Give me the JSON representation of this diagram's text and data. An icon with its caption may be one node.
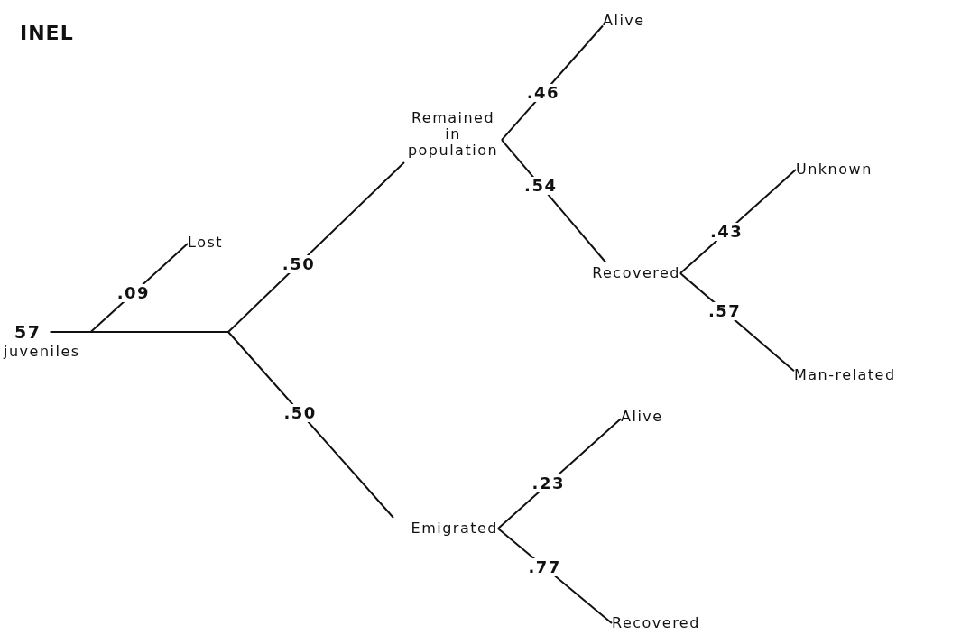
{
  "diagram": {
    "title": "INEL",
    "nodes": [
      {
        "text": [
          "57",
          "juveniles"
        ]
      },
      {
        "text": [
          "Lost"
        ]
      },
      {
        "text": [
          "Remained in population"
        ]
      },
      {
        "text": [
          "Emigrated"
        ]
      },
      {
        "text": [
          "Alive"
        ]
      },
      {
        "text": [
          "Recovered"
        ]
      },
      {
        "text": [
          "Unknown"
        ]
      },
      {
        "text": [
          "Man-related"
        ]
      },
      {
        "text": [
          "Alive"
        ]
      },
      {
        "text": [
          "Recovered"
        ]
      }
    ],
    "edges": [
      {
        "from": 0,
        "to": 1,
        "arrow": "none",
        "label": ".09"
      },
      {
        "from": 0,
        "to": 2,
        "arrow": "none",
        "label": ".50"
      },
      {
        "from": 0,
        "to": 3,
        "arrow": "none",
        "label": ".50"
      },
      {
        "from": 2,
        "to": 4,
        "arrow": "none",
        "label": ".46"
      },
      {
        "from": 2,
        "to": 5,
        "arrow": "none",
        "label": ".54"
      },
      {
        "from": 5,
        "to": 6,
        "arrow": "none",
        "label": ".43"
      },
      {
        "from": 5,
        "to": 7,
        "arrow": "none",
        "label": ".57"
      },
      {
        "from": 3,
        "to": 8,
        "arrow": "none",
        "label": ".23"
      },
      {
        "from": 3,
        "to": 9,
        "arrow": "none",
        "label": ".77"
      }
    ]
  }
}
